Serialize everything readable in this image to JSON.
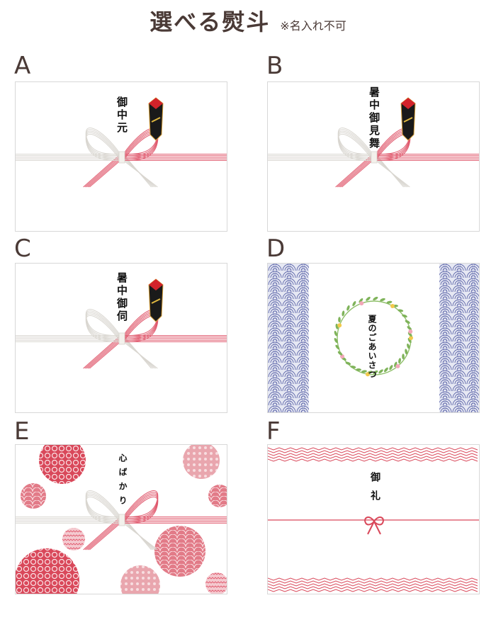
{
  "header": {
    "title": "選べる熨斗",
    "note": "※名入れ不可"
  },
  "cards": [
    {
      "letter": "A",
      "text": "御中元",
      "style": "mizuhiki-red-white"
    },
    {
      "letter": "B",
      "text": "暑中御見舞",
      "style": "mizuhiki-red-white"
    },
    {
      "letter": "C",
      "text": "暑中御伺",
      "style": "mizuhiki-red-white"
    },
    {
      "letter": "D",
      "text": "夏のごあいさつ",
      "style": "blue-wave-wreath"
    },
    {
      "letter": "E",
      "text": "心ばかり",
      "style": "red-circle-pattern"
    },
    {
      "letter": "F",
      "text": "御礼",
      "style": "red-zigzag-ribbon"
    }
  ],
  "colors": {
    "heading": "#4a3a36",
    "mizuhiki_red": "#e05a6e",
    "mizuhiki_white": "#d9d6d0",
    "wave_blue": "#5a63a8",
    "zigzag_red": "#d9485a"
  }
}
